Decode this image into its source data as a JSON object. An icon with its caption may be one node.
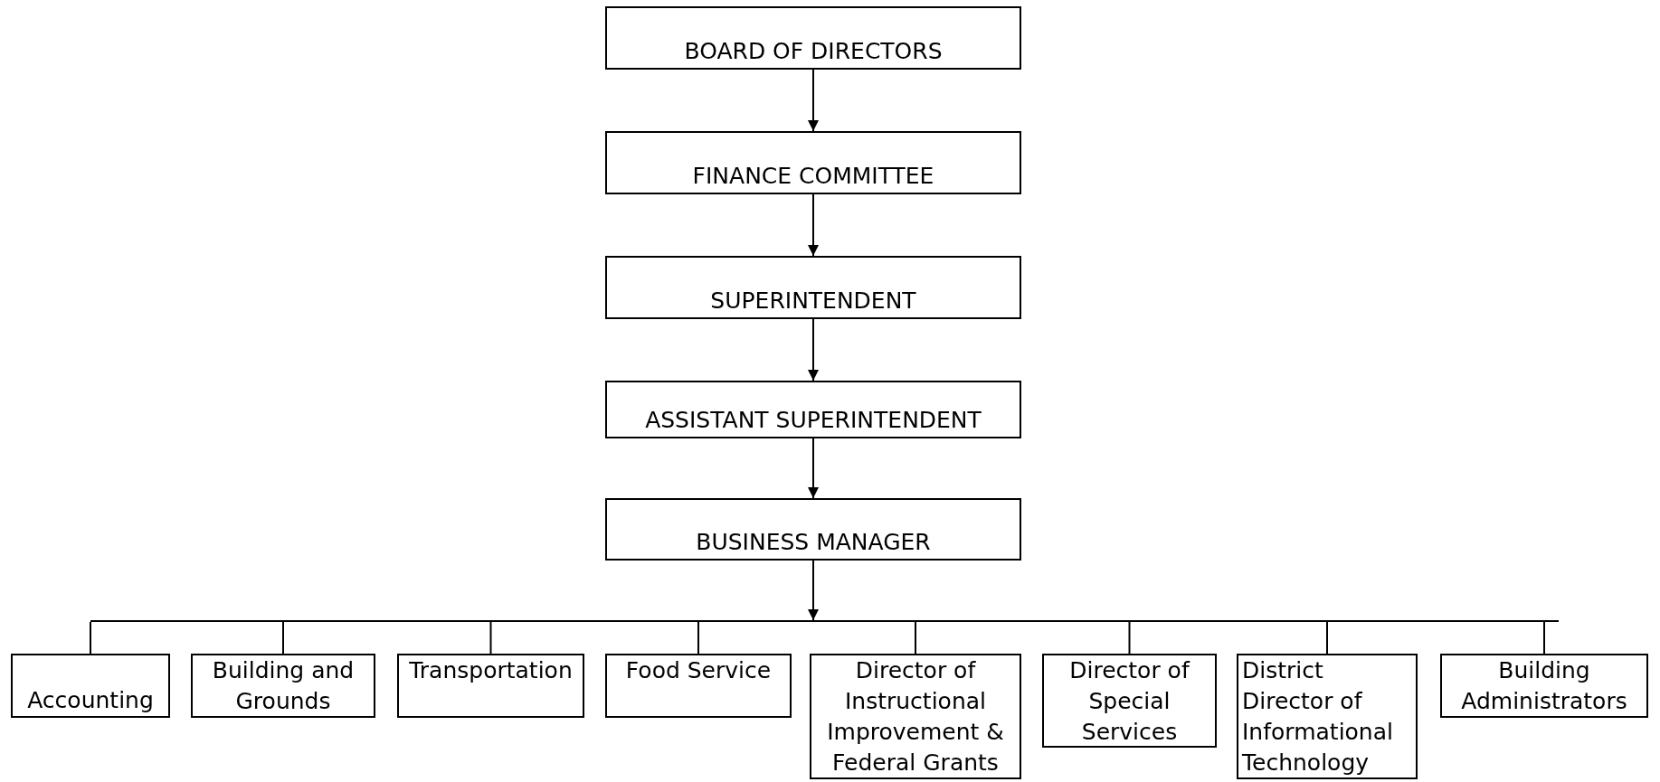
{
  "diagram": {
    "nodes": [
      {
        "text": [
          "BOARD OF DIRECTORS"
        ]
      },
      {
        "text": [
          "FINANCE COMMITTEE"
        ]
      },
      {
        "text": [
          "SUPERINTENDENT"
        ]
      },
      {
        "text": [
          "ASSISTANT SUPERINTENDENT"
        ]
      },
      {
        "text": [
          "BUSINESS MANAGER"
        ]
      },
      {
        "text": [
          "Accounting"
        ]
      },
      {
        "text": [
          "Building and Grounds"
        ]
      },
      {
        "text": [
          "Transportation"
        ]
      },
      {
        "text": [
          "Food Service"
        ]
      },
      {
        "text": [
          "Director of Instructional Improvement & Federal Grants"
        ]
      },
      {
        "text": [
          "Director of Special Services"
        ]
      },
      {
        "text": [
          "District Director of Informational Technology"
        ]
      },
      {
        "text": [
          "Building Administrators"
        ]
      },
      {
        "text": [],
        "shape": "bar"
      }
    ],
    "edges": [
      {
        "from": 0,
        "to": 1,
        "arrow": "to"
      },
      {
        "from": 1,
        "to": 2,
        "arrow": "to"
      },
      {
        "from": 2,
        "to": 3,
        "arrow": "to"
      },
      {
        "from": 3,
        "to": 4,
        "arrow": "to"
      },
      {
        "from": 4,
        "to": 13,
        "arrow": "to"
      },
      {
        "from": 13,
        "to": 5,
        "arrow": "none"
      },
      {
        "from": 13,
        "to": 6,
        "arrow": "none"
      },
      {
        "from": 13,
        "to": 7,
        "arrow": "none"
      },
      {
        "from": 13,
        "to": 8,
        "arrow": "none"
      },
      {
        "from": 13,
        "to": 9,
        "arrow": "none"
      },
      {
        "from": 13,
        "to": 10,
        "arrow": "none"
      },
      {
        "from": 13,
        "to": 11,
        "arrow": "none"
      },
      {
        "from": 13,
        "to": 12,
        "arrow": "none"
      }
    ]
  }
}
